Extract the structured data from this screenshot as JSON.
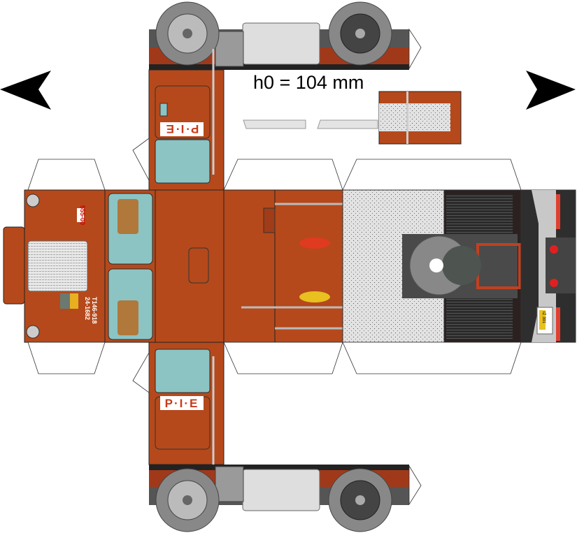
{
  "title": "h0 = 104 mm",
  "logo_text": "P·I·E",
  "front": {
    "unit_number": "24-1682",
    "plate_number": "T146-918",
    "tag": "555-00"
  },
  "license_plate": "IZ 391",
  "colors": {
    "body": "#b5491b",
    "glass": "#8cc4c4",
    "chassis": "#3a3a3a",
    "deck": "#dcdcdc"
  }
}
